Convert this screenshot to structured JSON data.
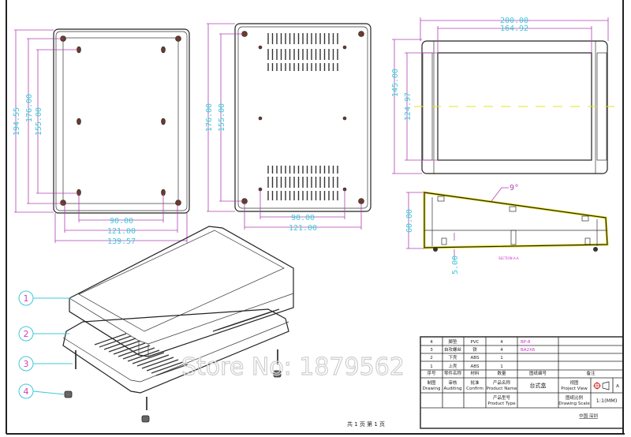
{
  "colors": {
    "dimension_line": "#b040b0",
    "dimension_text": "#40c8d8",
    "centerline": "#e8e020",
    "side_outline": "#e8e020",
    "callout_number": "#d040c0",
    "callout_circle": "#40c8d8"
  },
  "bottom_view": {
    "dims": {
      "height_outer": "194.55",
      "height_mid": "176.00",
      "height_inner": "155.00",
      "width_inner": "90.00",
      "width_mid": "121.00",
      "width_outer": "139.57"
    }
  },
  "base_view": {
    "dims": {
      "height_outer": "176.00",
      "height_inner": "155.00",
      "width_inner": "90.00",
      "width_outer": "121.00"
    }
  },
  "top_view": {
    "dims": {
      "width_outer": "200.00",
      "width_inner": "164.92",
      "height_outer": "145.00",
      "height_inner": "124.97"
    }
  },
  "side_view": {
    "dims": {
      "height": "60.00",
      "foot": "5.00",
      "angle": "9°"
    },
    "section_label": "SECTION A-A"
  },
  "callouts": [
    "1",
    "2",
    "3",
    "4"
  ],
  "watermark": "Store No: 1879562",
  "title_block": {
    "parts": [
      {
        "no": "4",
        "name": "脚垫",
        "material": "PVC",
        "qty": "4",
        "code": "BP-8"
      },
      {
        "no": "3",
        "name": "自攻螺丝",
        "material": "铁",
        "qty": "4",
        "code": "BA2X6"
      },
      {
        "no": "2",
        "name": "下壳",
        "material": "ABS",
        "qty": "1",
        "code": ""
      },
      {
        "no": "1",
        "name": "上壳",
        "material": "ABS",
        "qty": "1",
        "code": ""
      }
    ],
    "header": {
      "no": "序号",
      "name": "零件名称",
      "material": "材料",
      "qty": "数量",
      "code": "图纸编号",
      "note": "备注"
    },
    "drawing": {
      "cn": "制图",
      "en": "Drawing"
    },
    "auditing": {
      "cn": "审核",
      "en": "Auditing"
    },
    "confirm": {
      "cn": "批准",
      "en": "Confirm"
    },
    "product_name": {
      "cn": "产品名称",
      "en": "Product Name",
      "value": "台式盒"
    },
    "project_view": {
      "cn": "视图",
      "en": "Project View",
      "sheet": "A"
    },
    "product_type": {
      "cn": "产品型号",
      "en": "Product Type"
    },
    "drawing_scale": {
      "cn": "图纸比例",
      "en": "Drawing Scale",
      "value": "1:1(MM)"
    },
    "location": "中国·深圳"
  },
  "page_info": "共 1 页   第 1 页"
}
